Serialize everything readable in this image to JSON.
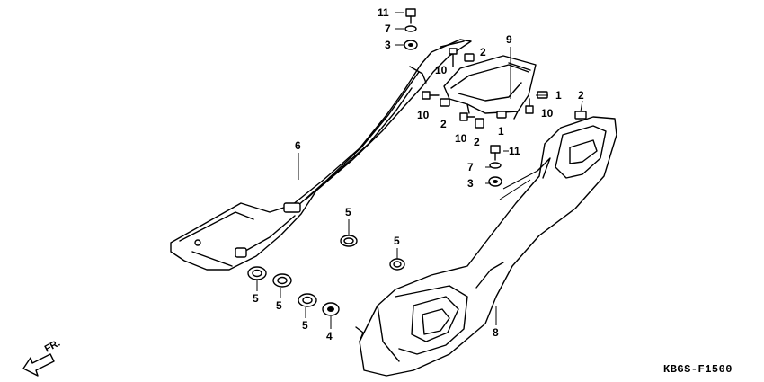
{
  "callouts": {
    "c11a": "11",
    "c7a": "7",
    "c3a": "3",
    "c2a": "2",
    "c9": "9",
    "c10a": "10",
    "c1a": "1",
    "c2b": "2",
    "c10b": "10",
    "c2c": "2",
    "c10c": "10",
    "c2d": "2",
    "c1b": "1",
    "c10d": "10",
    "c6": "6",
    "c11b": "11",
    "c7b": "7",
    "c3b": "3",
    "c5a": "5",
    "c5b": "5",
    "c5c": "5",
    "c5d": "5",
    "c5e": "5",
    "c4": "4",
    "c8": "8"
  },
  "direction_label": "FR.",
  "diagram_code": "KBGS-F1500"
}
